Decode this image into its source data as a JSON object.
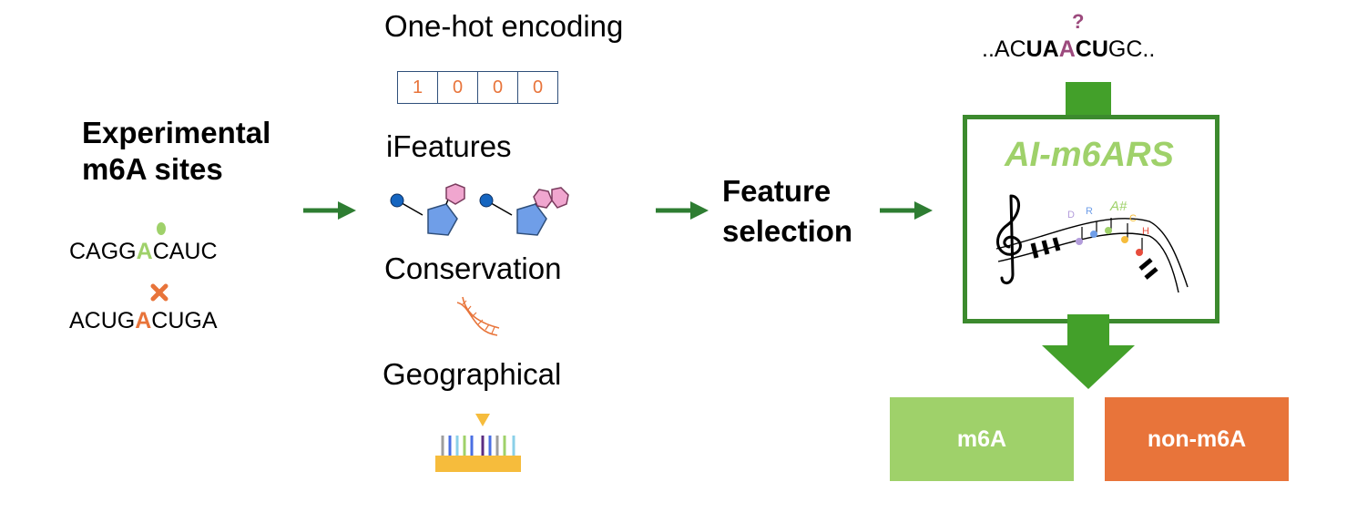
{
  "experimental": {
    "title_line1": "Experimental",
    "title_line2": "m6A sites",
    "positive_seq": {
      "pre": "CAGG",
      "site": "A",
      "post": "CAUC"
    },
    "negative_seq": {
      "pre": "ACUG",
      "site": "A",
      "post": "CUGA"
    }
  },
  "features": {
    "onehot_title": "One-hot encoding",
    "onehot_cells": [
      "1",
      "0",
      "0",
      "0"
    ],
    "ifeatures_title": "iFeatures",
    "conservation_title": "Conservation",
    "geographical_title": "Geographical"
  },
  "selection": {
    "line1": "Feature",
    "line2": "selection"
  },
  "model": {
    "query": {
      "pre": "..AC",
      "bold1": "UA",
      "site": "A",
      "bold2": "CU",
      "post": "GC.."
    },
    "query_mark": "?",
    "name": "AI-m6ARS",
    "note_letters": [
      "D",
      "R",
      "A#",
      "C",
      "H"
    ]
  },
  "outputs": {
    "positive": "m6A",
    "negative": "non-m6A"
  },
  "colors": {
    "arrow_green": "#2e7d32",
    "box_green": "#3c8a2e",
    "light_green": "#9fd16a",
    "orange": "#e8743a",
    "purple": "#9c4a7d",
    "blue": "#6f9ee8",
    "pink": "#f0a6cf",
    "gold": "#f6bc3c"
  }
}
